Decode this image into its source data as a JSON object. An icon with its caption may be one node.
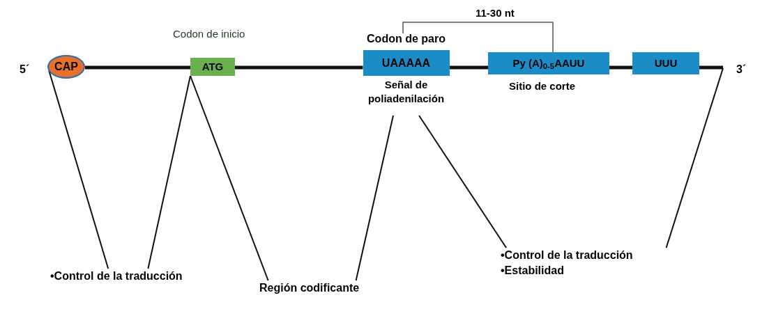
{
  "diagram": {
    "nodes": [
      {
        "text": [
          "CAP"
        ]
      },
      {
        "text": [
          "ATG"
        ],
        "beside": [
          "Codon de inicio"
        ]
      },
      {
        "text": [
          "UAAAAA"
        ],
        "beside": [
          "Codon de paro",
          "Señal de poliadenilación"
        ]
      },
      {
        "text": [
          "Py (A)$_{0-5}$AAUU"
        ],
        "beside": [
          "Sitio de corte"
        ]
      },
      {
        "text": [
          "UUU"
        ]
      },
      {
        "text": [
          "•Control de la traducción"
        ]
      },
      {
        "text": [
          "Región codificante"
        ]
      },
      {
        "text": [
          "•Control de la traducción",
          "•Estabilidad"
        ]
      }
    ],
    "edges": [
      {
        "from": 0,
        "to": 5,
        "arrow": "none"
      },
      {
        "from": 1,
        "to": 5,
        "arrow": "none"
      },
      {
        "from": 1,
        "to": 6,
        "arrow": "none"
      },
      {
        "from": 2,
        "to": 6,
        "arrow": "none"
      },
      {
        "from": 2,
        "to": 7,
        "arrow": "none"
      },
      {
        "from": null,
        "to": 7,
        "arrow": "none"
      },
      {
        "from": 0,
        "to": 1,
        "arrow": "none",
        "style": "thick"
      },
      {
        "from": 1,
        "to": 2,
        "arrow": "none",
        "style": "thick"
      },
      {
        "from": 2,
        "to": 3,
        "arrow": "none",
        "style": "thick"
      },
      {
        "from": 3,
        "to": 4,
        "arrow": "none",
        "style": "thick"
      },
      {
        "from": 4,
        "to": null,
        "arrow": "none",
        "style": "thick"
      }
    ],
    "labels": [
      "5´",
      "3´",
      "11-30 nt"
    ]
  }
}
